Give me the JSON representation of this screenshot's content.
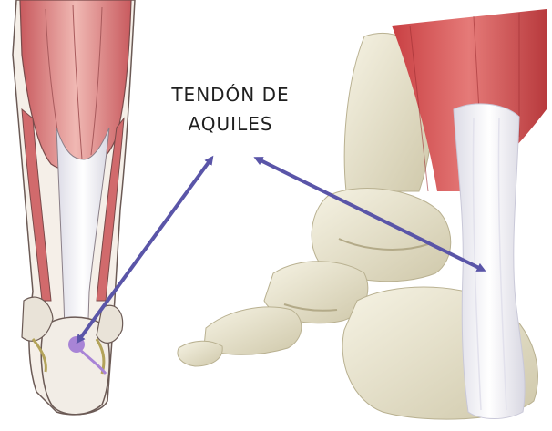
{
  "annotation": {
    "lines": [
      "TENDÓN DE",
      "AQUILES"
    ]
  },
  "colors": {
    "arrow": "#5a55a8",
    "muscle": "#d9777a",
    "muscle_light": "#f0c2bd",
    "bone": "#ece8d6",
    "bone_shadow": "#c9c3a8",
    "tendon": "#f4f3f8",
    "highlight_dot": "#a884d6"
  },
  "illustrations": [
    {
      "name": "posterior-leg-drawing"
    },
    {
      "name": "ankle-bones-and-tendon-render"
    }
  ]
}
